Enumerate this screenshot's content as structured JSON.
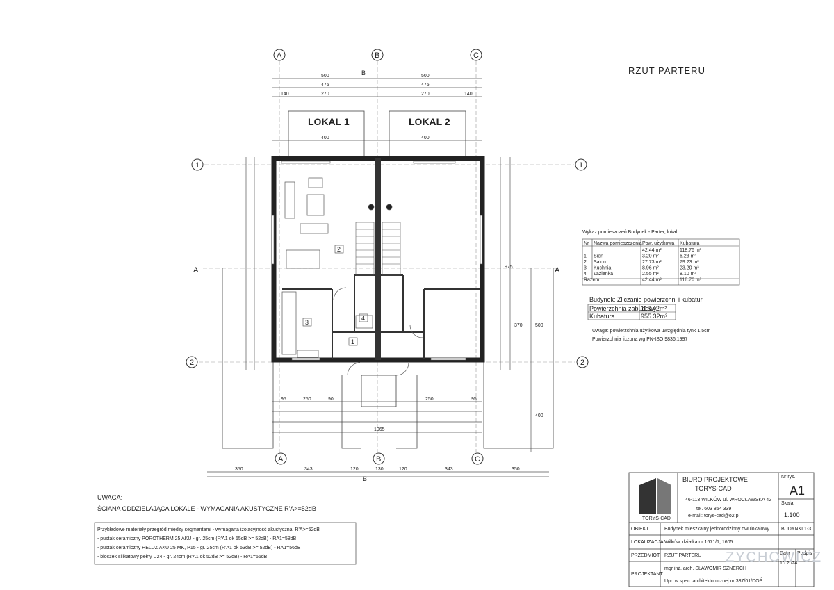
{
  "title": "RZUT PARTERU",
  "lokale": [
    "LOKAL 1",
    "LOKAL 2"
  ],
  "axes": {
    "a": "A",
    "b": "B",
    "c": "C",
    "one": "1",
    "two": "2"
  },
  "section_mark": "B",
  "dims": {
    "top1": [
      "500",
      "500"
    ],
    "top2": [
      "475",
      "475"
    ],
    "top3": [
      "140",
      "270",
      "270",
      "140"
    ],
    "lok_w": "400",
    "bottom1": [
      "95",
      "250",
      "90",
      "250",
      "95"
    ],
    "bottom_total": "1065",
    "bottom2": [
      "350",
      "343",
      "120",
      "130",
      "120",
      "343",
      "350"
    ],
    "right": [
      "975",
      "370",
      "500",
      "400"
    ]
  },
  "rooms": [
    "1",
    "2",
    "3",
    "4"
  ],
  "schedule": {
    "caption": "Wykaz pomieszczeń Budynek - Parter, lokal",
    "headers": [
      "Nr",
      "Nazwa pomieszczenia",
      "Pow. użytkowa",
      "Kubatura"
    ],
    "rows": [
      [
        "",
        "",
        "42.44 m²",
        "118.76 m³"
      ],
      [
        "1",
        "Sień",
        "3.20 m²",
        "6.23 m³"
      ],
      [
        "2",
        "Salon",
        "27.73 m²",
        "79.23 m³"
      ],
      [
        "3",
        "Kuchnia",
        "8.96 m²",
        "23.20 m³"
      ],
      [
        "4",
        "Łazienka",
        "2.55 m²",
        "8.10 m³"
      ],
      [
        "Razem",
        "",
        "42.44 m²",
        "118.76 m³"
      ]
    ]
  },
  "summary": {
    "caption": "Budynek: Zliczanie powierzchni i kubatur",
    "rows": [
      [
        "Powierzchnia zabudowy",
        "113.42m²"
      ],
      [
        "Kubatura",
        "955.32m³"
      ]
    ],
    "note1": "Uwaga: powierzchnia użytkowa uwzględnia tynk 1,5cm",
    "note2": "Powierzchnia liczona wg PN-ISO 9836:1997"
  },
  "uwaga": {
    "heading": "UWAGA:",
    "line": "ŚCIANA ODDZIELAJĄCA LOKALE - WYMAGANIA AKUSTYCZNE R'A>=52dB",
    "box": [
      "Przykładowe materiały przegród między segmentami - wymagana izolacyjność akustyczna: R'A>=52dB",
      "- pustak ceramiczny POROTHERM 25 AKU - gr. 25cm (R'A1 ok 55dB >= 52dB) - RA1=58dB",
      "- pustak ceramiczny HELUZ AKU 25 MK, P15 - gr. 25cm (R'A1 ok 53dB >= 52dB) - RA1=56dB",
      "- bloczek silikatowy pełny U24 - gr. 24cm (R'A1 ok 52dB >= 52dB) - RA1=55dB"
    ]
  },
  "stamp": {
    "firm1": "BIURO PROJEKTOWE",
    "firm2": "TORYS-CAD",
    "addr1": "46-113 WILKÓW ul. WROCŁAWSKA 42",
    "addr2": "tel. 603 854 339",
    "addr3": "e-mail: torys-cad@o2.pl",
    "logo_caption": "TORYS-CAD",
    "nr_label": "Nr rys.",
    "nr_value": "A1",
    "scale_label": "Skala",
    "scale_value": "1:100",
    "labels": [
      "OBIEKT",
      "LOKALIZACJA",
      "PRZEDMIOT",
      "PROJEKTANT"
    ],
    "values": [
      "Budynek mieszkalny jednorodzinny dwulokalowy",
      "Wilków, działka nr 1671/1, 1605",
      "RZUT PARTERU",
      "mgr inż. arch. SŁAWOMIR SZNERCH"
    ],
    "values2": [
      "BUDYNKI 1-3",
      "",
      "",
      "Upr. w spec. architektonicznej nr 337/01/DOŚ"
    ],
    "date_label": "Data",
    "sign_label": "Podpis",
    "date_value": "10.2024"
  },
  "watermark": "ZYCHOWICZ"
}
